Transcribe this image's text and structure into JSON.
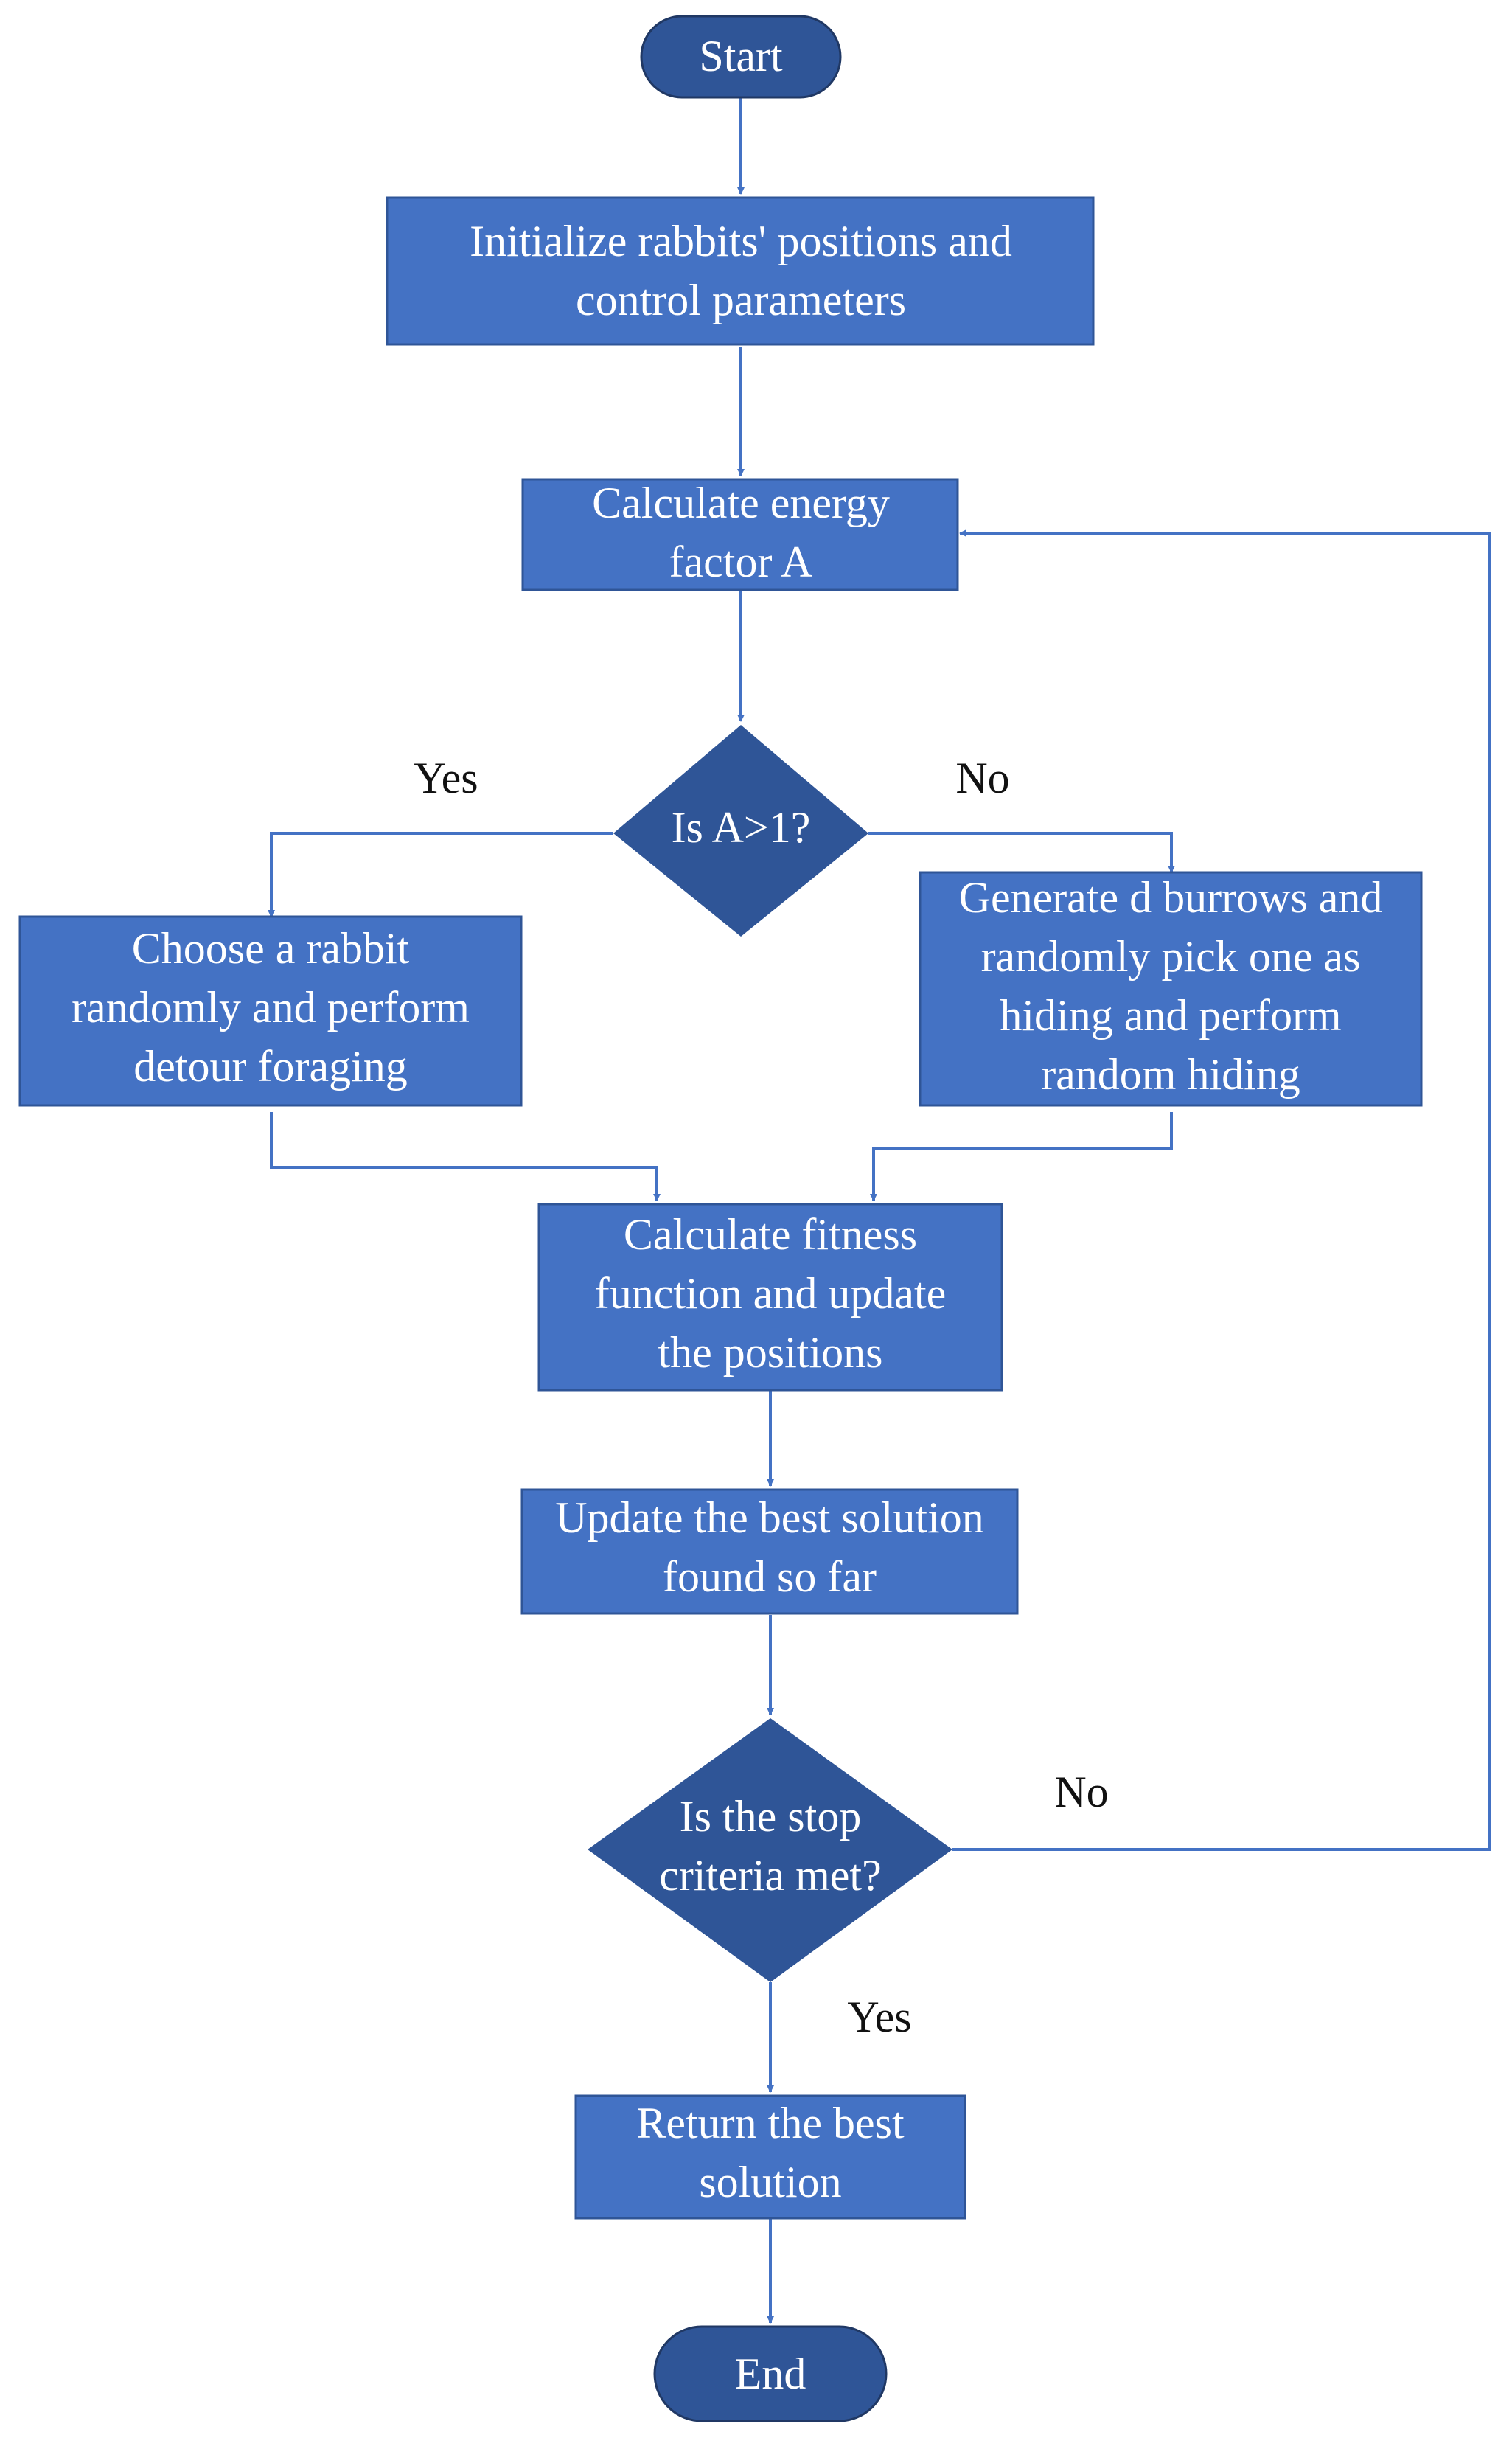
{
  "nodes": {
    "start": "Start",
    "init": [
      "Initialize rabbits' positions and",
      "control parameters"
    ],
    "energy": [
      "Calculate energy",
      "factor A"
    ],
    "decision_a": "Is A>1?",
    "detour": [
      "Choose a rabbit",
      "randomly and perform",
      "detour foraging"
    ],
    "hiding": [
      "Generate d burrows and",
      "randomly pick one as",
      "hiding and perform",
      "random hiding"
    ],
    "fitness": [
      "Calculate fitness",
      "function and update",
      "the positions"
    ],
    "best": [
      "Update the best solution",
      "found so far"
    ],
    "decision_stop": [
      "Is the stop",
      "criteria met?"
    ],
    "return": [
      "Return the best",
      "solution"
    ],
    "end": "End"
  },
  "labels": {
    "yes_a": "Yes",
    "no_a": "No",
    "no_stop": "No",
    "yes_stop": "Yes"
  },
  "colors": {
    "process_fill": "#4472c4",
    "decision_fill": "#2f5597",
    "terminal_fill": "#2f5597",
    "connector": "#4472c4"
  }
}
